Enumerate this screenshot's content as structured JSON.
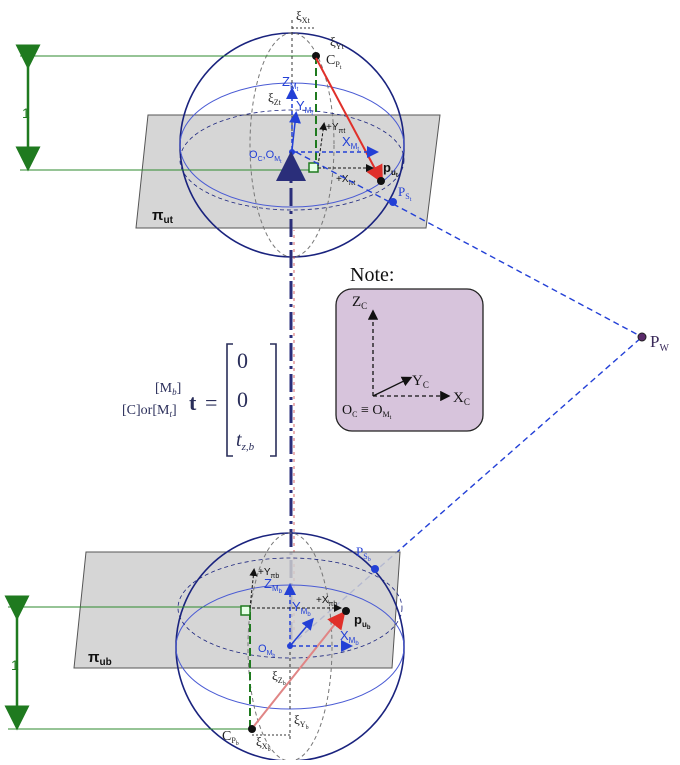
{
  "top_sphere": {
    "plane_label": "π",
    "plane_sub": "ut",
    "unit_label": "1",
    "xi_x": "ξ",
    "xi_x_sub": "Xt",
    "xi_y": "ξ",
    "xi_y_sub": "Yt",
    "xi_z": "ξ",
    "xi_z_sub": "Zt",
    "c_label": "C",
    "c_sub": "P",
    "c_subsub": "t",
    "z_axis": "Z",
    "z_sub": "M",
    "z_subsub": "t",
    "y_axis": "Y",
    "y_sub": "M",
    "y_subsub": "t",
    "x_axis": "X",
    "x_sub": "M",
    "x_subsub": "t",
    "plus_y": "+Y",
    "plus_y_sub": "πt",
    "plus_x": "+X",
    "plus_x_sub": "πt",
    "origin_label": "O",
    "origin_sub1": "C",
    "origin_sep": ",O",
    "origin_sub2": "M",
    "origin_subsub": "t",
    "p_u": "p",
    "p_u_sub": "u",
    "p_u_subsub": "t",
    "p_s": "P",
    "p_s_sub": "S",
    "p_s_subsub": "t"
  },
  "bottom_sphere": {
    "plane_label": "π",
    "plane_sub": "ub",
    "unit_label": "1",
    "xi_x": "ξ",
    "xi_x_sub": "X",
    "xi_x_subsub": "b",
    "xi_y": "ξ",
    "xi_y_sub": "Y",
    "xi_y_subsub": "b",
    "xi_z": "ξ",
    "xi_z_sub": "Z",
    "xi_z_subsub": "b",
    "c_label": "C",
    "c_sub": "P",
    "c_subsub": "b",
    "z_axis": "Z",
    "z_sub": "M",
    "z_subsub": "b",
    "y_axis": "Y",
    "y_sub": "M",
    "y_subsub": "b",
    "x_axis": "X",
    "x_sub": "M",
    "x_subsub": "b",
    "plus_y": "+Y",
    "plus_y_sub": "πb",
    "plus_x": "+X",
    "plus_x_sub": "πb",
    "origin_label": "O",
    "origin_sub": "M",
    "origin_subsub": "b",
    "p_u": "p",
    "p_u_sub": "u",
    "p_u_subsub": "b",
    "p_s": "P",
    "p_s_sub": "S",
    "p_s_subsub": "b"
  },
  "world_point": {
    "label": "P",
    "sub": "W"
  },
  "equation": {
    "sup_b": "[M",
    "sup_b_sub": "b",
    "sup_close": "]",
    "pre": "[C]or[M",
    "pre_sub": "t",
    "pre_close": "]",
    "t": "t",
    "equals": "=",
    "row1": "0",
    "row2": "0",
    "row3": "t",
    "row3_sub": "z,b"
  },
  "note": {
    "title": "Note:",
    "z": "Z",
    "z_sub": "C",
    "y": "Y",
    "y_sub": "C",
    "x": "X",
    "x_sub": "C",
    "origin": "O",
    "origin_sub": "C",
    "equiv": " ≡ O",
    "equiv_sub": "M",
    "equiv_subsub": "t"
  },
  "colors": {
    "sphere": "#1a237e",
    "axes_blue": "#2340d6",
    "red": "#e0302a",
    "green": "#1f7a1f",
    "plane": "#cfcfcf",
    "note_fill": "#d7c4dc",
    "text_dark": "#222222"
  }
}
